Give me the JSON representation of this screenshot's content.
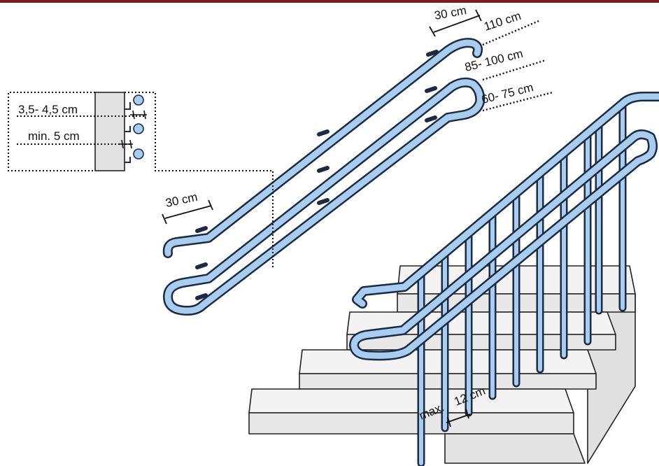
{
  "labels": {
    "width_top": "30 cm",
    "width_bottom": "30 cm",
    "height_high": "110 cm",
    "height_mid": "85- 100 cm",
    "height_low": "60- 75 cm",
    "diameter": "3,5- 4,5 cm",
    "clearance": "min. 5 cm",
    "gap_prefix": "max.",
    "gap_value": "12 cm"
  },
  "colors": {
    "bar": "#7a1f1f",
    "rail_fill": "#a9cdee",
    "rail_stroke": "#1c2a44",
    "stair_face": "#e9e9e9",
    "stair_top": "#f4f4f4",
    "wall": "#e4e4e4",
    "outline": "#222222"
  }
}
